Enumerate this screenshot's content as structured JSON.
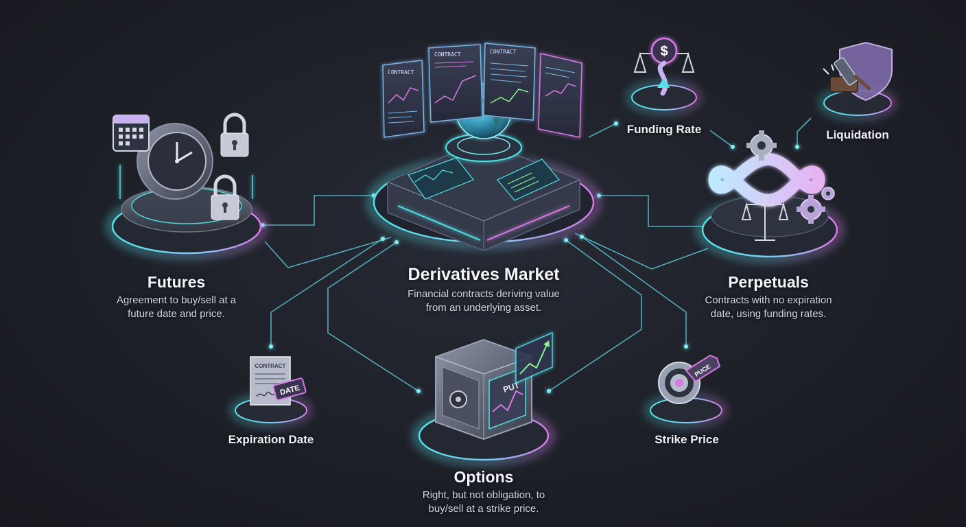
{
  "center": {
    "title": "Derivatives Market",
    "desc_line1": "Financial contracts deriving value",
    "desc_line2": "from an underlying asset.",
    "panel_labels": [
      "CONTRACT",
      "CONTRACT",
      "CONTRACT"
    ]
  },
  "futures": {
    "title": "Futures",
    "desc_line1": "Agreement to buy/sell at a",
    "desc_line2": "future date and price."
  },
  "perpetuals": {
    "title": "Perpetuals",
    "desc_line1": "Contracts with no expiration",
    "desc_line2": "date, using funding rates."
  },
  "options": {
    "title": "Options",
    "desc_line1": "Right, but not obligation, to",
    "desc_line2": "buy/sell at a strike price.",
    "safe_label": "PUT"
  },
  "expiration": {
    "title": "Expiration Date",
    "doc_label": "CONTRACT",
    "tag_label": "DATE"
  },
  "strike": {
    "title": "Strike Price",
    "tag_label": "PUCE"
  },
  "funding": {
    "title": "Funding Rate",
    "symbol": "$"
  },
  "liquidation": {
    "title": "Liquidation"
  },
  "colors": {
    "cyan": "#4fe3e8",
    "magenta": "#d77ae6",
    "line": "#5cc4d6"
  }
}
